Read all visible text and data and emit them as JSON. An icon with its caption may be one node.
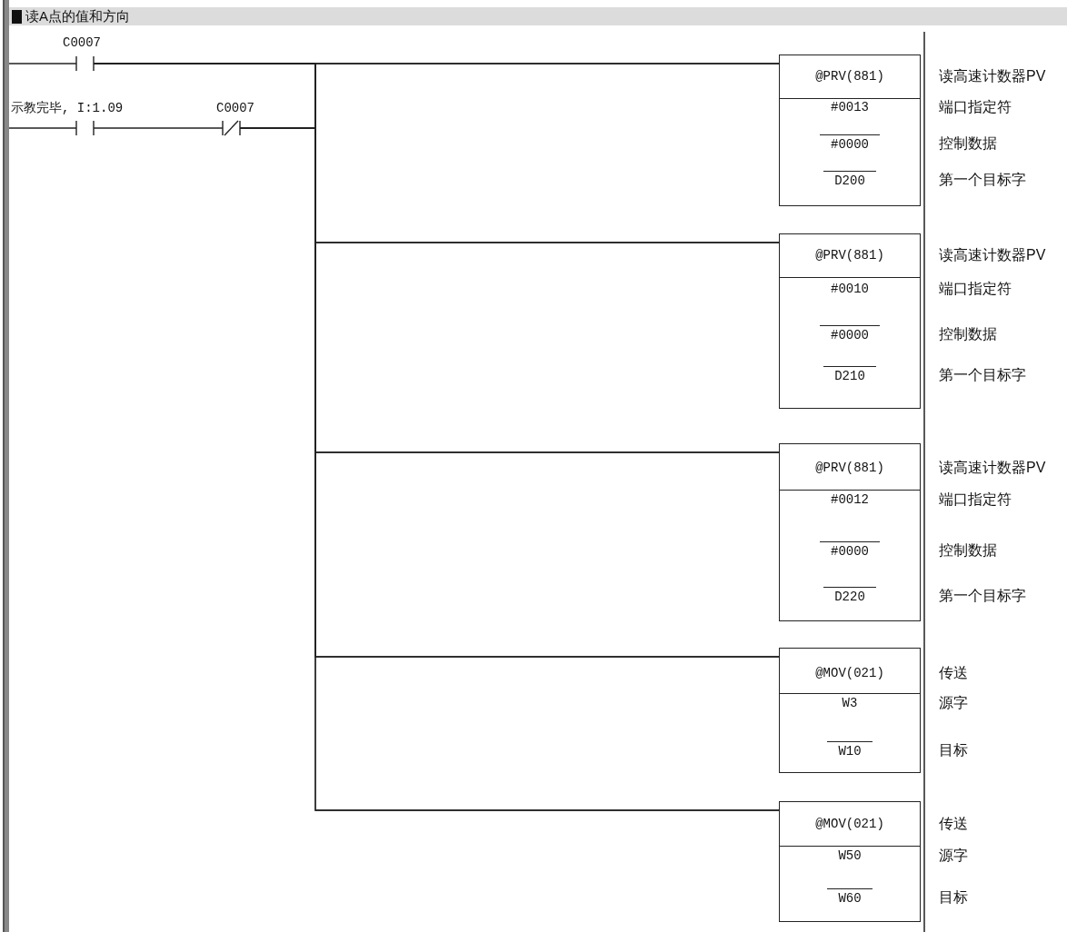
{
  "diagram": {
    "title": "读A点的值和方向",
    "nodes": [
      {
        "text": [],
        "shape": "bar"
      },
      {
        "text": [
          "C0007"
        ]
      },
      {
        "text": [
          "示教完毕, I:1.09"
        ]
      },
      {
        "text": [
          "C0007"
        ]
      },
      {
        "text": [
          "@PRV(881)",
          "#0013",
          "#0000",
          "D200"
        ],
        "beside": [
          "读高速计数器PV",
          "端口指定符",
          "控制数据",
          "第一个目标字"
        ]
      },
      {
        "text": [
          "@PRV(881)",
          "#0010",
          "#0000",
          "D210"
        ],
        "beside": [
          "读高速计数器PV",
          "端口指定符",
          "控制数据",
          "第一个目标字"
        ]
      },
      {
        "text": [
          "@PRV(881)",
          "#0012",
          "#0000",
          "D220"
        ],
        "beside": [
          "读高速计数器PV",
          "端口指定符",
          "控制数据",
          "第一个目标字"
        ]
      },
      {
        "text": [
          "@MOV(021)",
          "W3",
          "W10"
        ],
        "beside": [
          "传送",
          "源字",
          "目标"
        ]
      },
      {
        "text": [
          "@MOV(021)",
          "W50",
          "W60"
        ],
        "beside": [
          "传送",
          "源字",
          "目标"
        ]
      }
    ],
    "edges": [
      {
        "from": 0,
        "to": 1,
        "arrow": "none"
      },
      {
        "from": 0,
        "to": 2,
        "arrow": "none"
      },
      {
        "from": 2,
        "to": 3,
        "arrow": "none"
      },
      {
        "from": 1,
        "to": 4,
        "arrow": "none"
      },
      {
        "from": 1,
        "to": 5,
        "arrow": "none"
      },
      {
        "from": 1,
        "to": 6,
        "arrow": "none"
      },
      {
        "from": 1,
        "to": 7,
        "arrow": "none"
      },
      {
        "from": 1,
        "to": 8,
        "arrow": "none"
      },
      {
        "from": 3,
        "to": 4,
        "arrow": "none"
      },
      {
        "from": 3,
        "to": 5,
        "arrow": "none"
      },
      {
        "from": 3,
        "to": 6,
        "arrow": "none"
      },
      {
        "from": 3,
        "to": 7,
        "arrow": "none"
      },
      {
        "from": 3,
        "to": 8,
        "arrow": "none"
      }
    ]
  }
}
